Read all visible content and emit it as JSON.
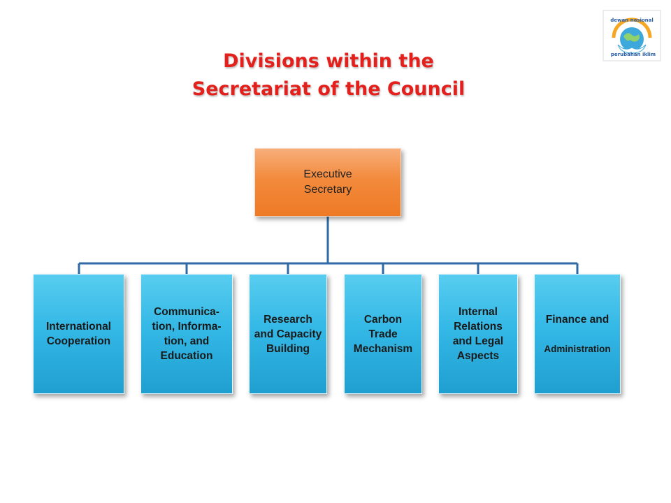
{
  "title": {
    "line1": "Divisions within the",
    "line2": "Secretariat of the Council"
  },
  "logo": {
    "icon": "globe-hands-logo-icon",
    "arc_text": "dewan nasional",
    "bottom_text": "perubahan iklim"
  },
  "colors": {
    "title": "#e3201b",
    "executive_box": "#f28a3c",
    "division_box": "#34b8e6",
    "connector": "#2e6aa6"
  },
  "org": {
    "root": "Executive\nSecretary",
    "divisions": [
      "International Cooperation",
      "Communica-\ntion, Informa-\ntion, and\nEducation",
      "Research\nand Capacity\nBuilding",
      "Carbon\nTrade\nMechanism",
      "Internal\nRelations\nand Legal\nAspects",
      "Finance and"
    ],
    "division6_line2": "Administration"
  }
}
